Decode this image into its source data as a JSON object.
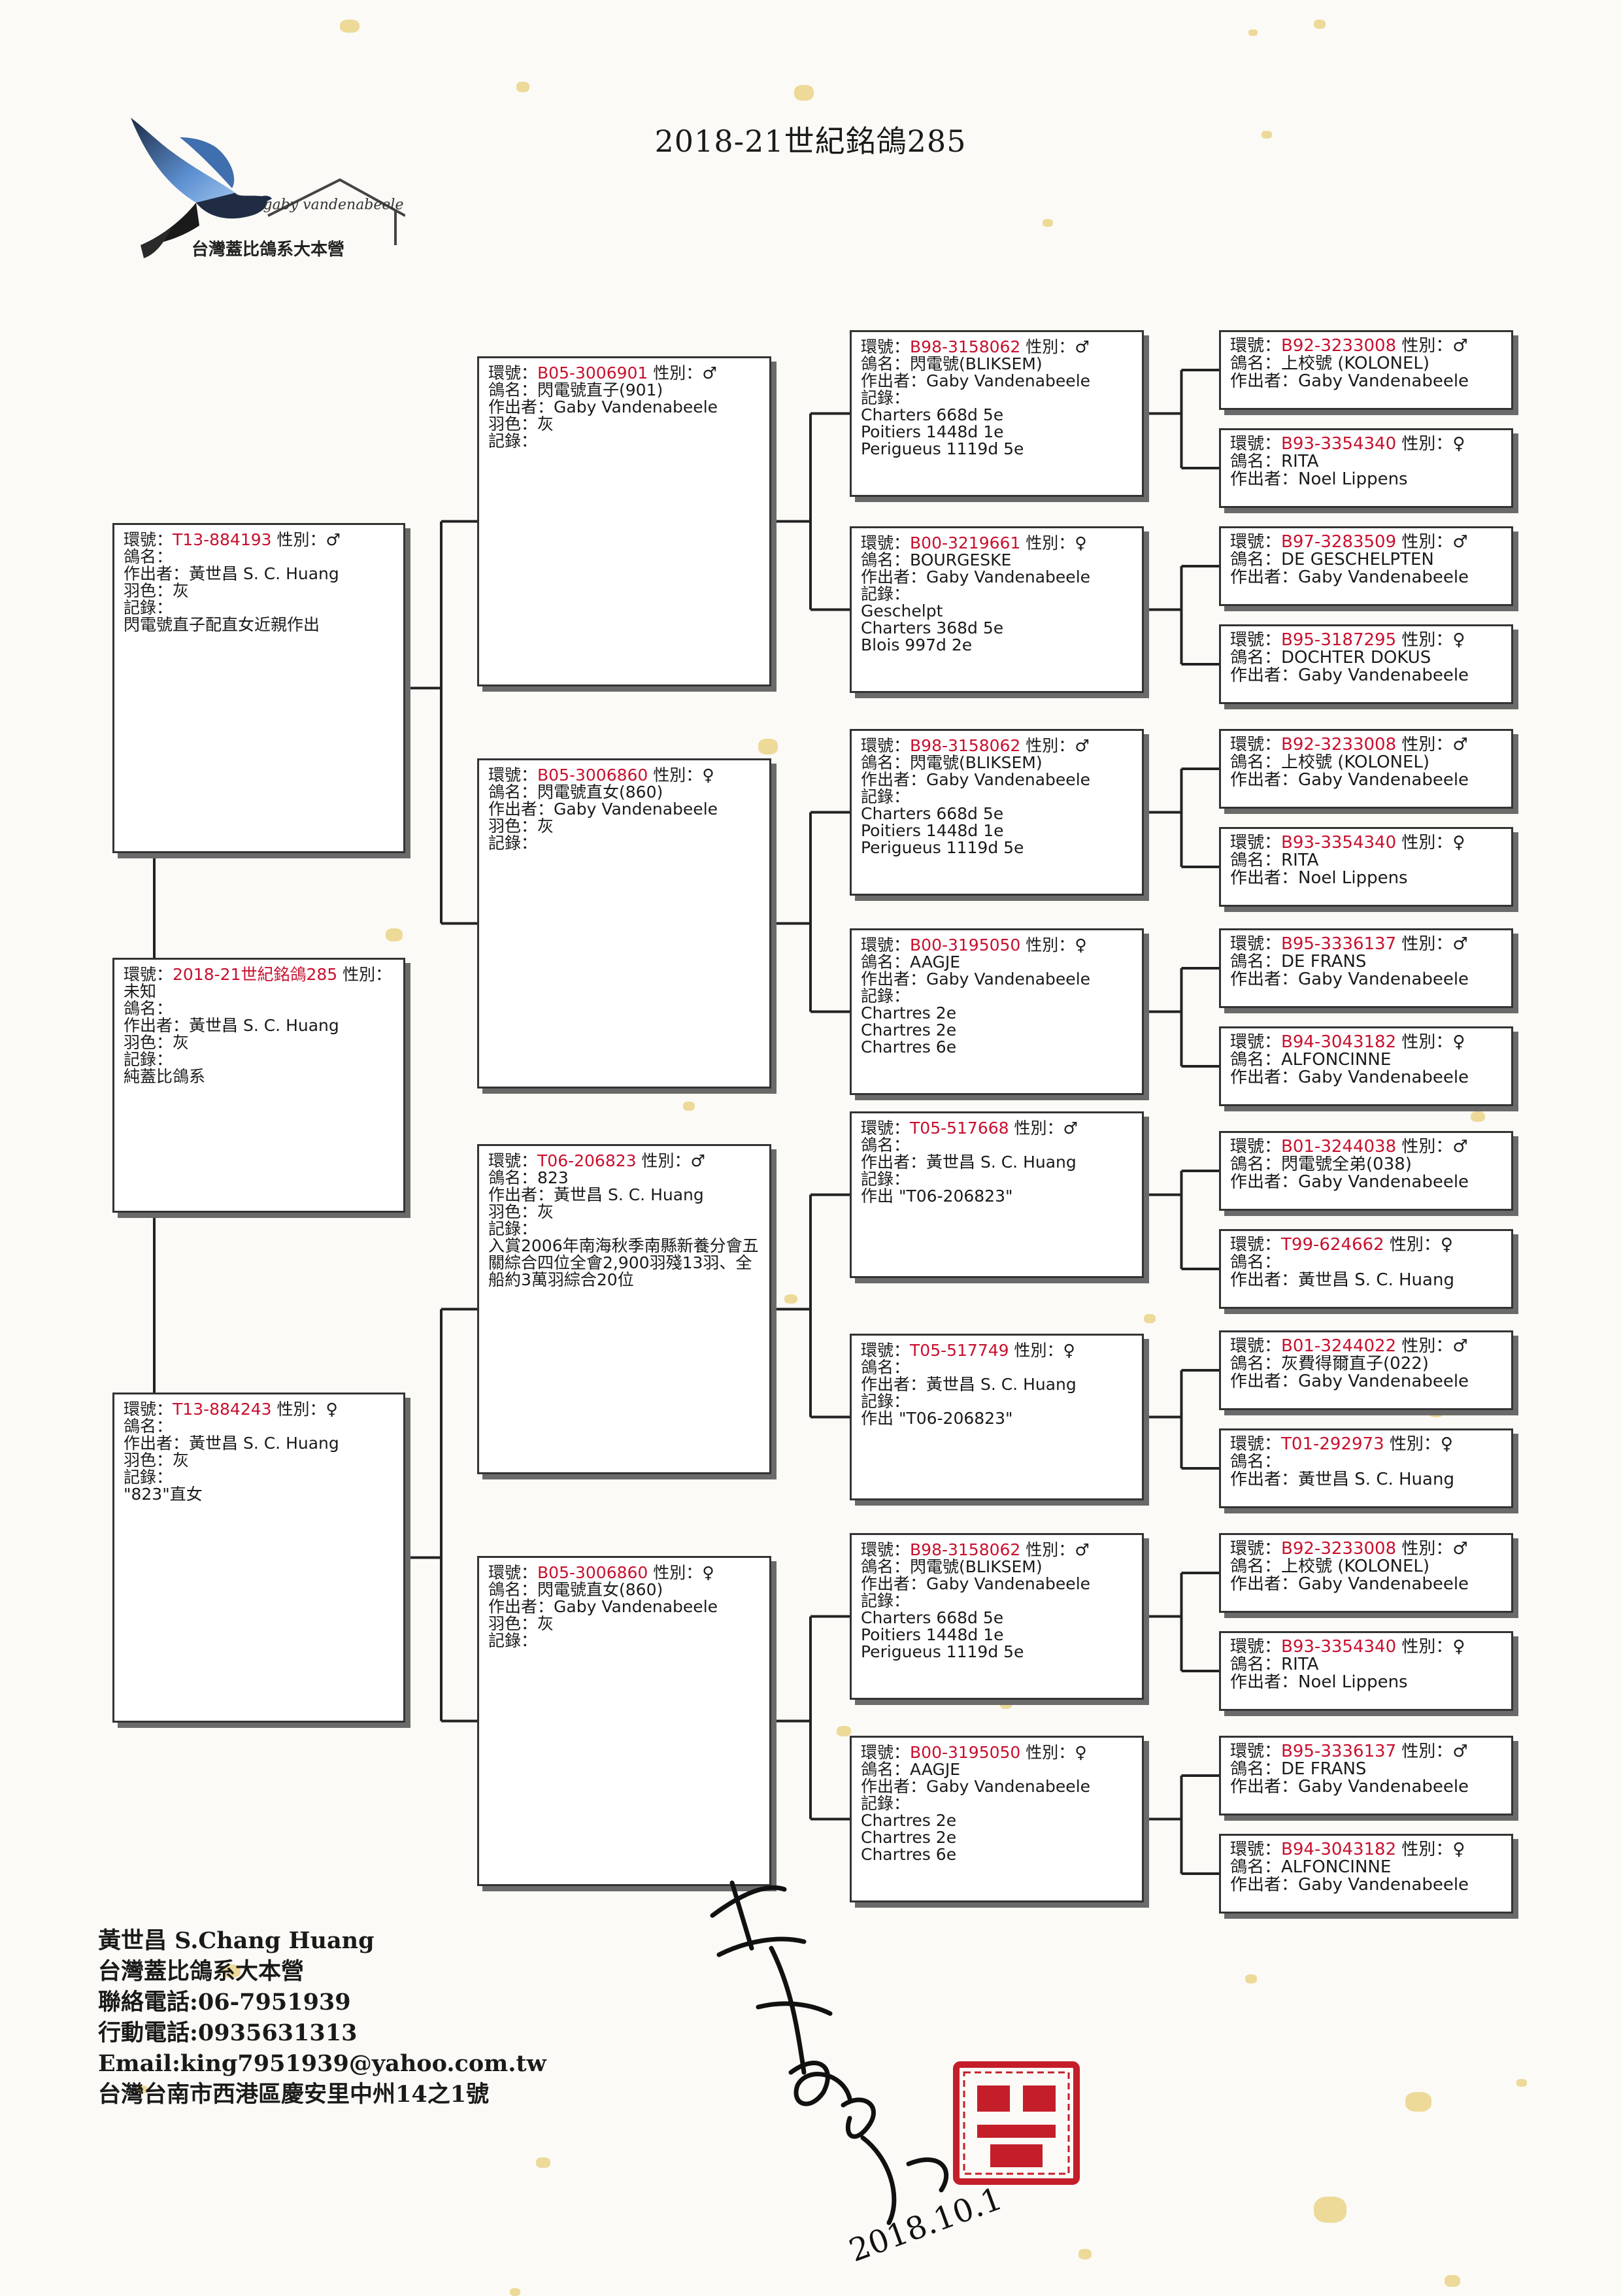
{
  "document": {
    "title": "2018-21世紀銘鴿285",
    "logo": {
      "script_name": "gaby vandenabeele",
      "subtitle": "台灣蓋比鴿系大本營"
    }
  },
  "labels": {
    "ring": "環號：",
    "sex": "性別：",
    "name": "鴿名：",
    "breeder": "作出者：",
    "color": "羽色：",
    "record": "記錄："
  },
  "pigeons": [
    {
      "ring": "2018-21世紀銘鴿285",
      "sex": "未知",
      "name": "",
      "breeder": "黃世昌 S. C. Huang",
      "color": "灰",
      "record": "",
      "notes": [
        "純蓋比鴿系"
      ]
    },
    {
      "ring": "T13-884193",
      "sex": "♂",
      "name": "",
      "breeder": "黃世昌 S. C. Huang",
      "color": "灰",
      "record": "",
      "notes": [
        "閃電號直子配直女近親作出"
      ]
    },
    {
      "ring": "T13-884243",
      "sex": "♀",
      "name": "",
      "breeder": "黃世昌 S. C. Huang",
      "color": "灰",
      "record": "",
      "notes": [
        "\"823\"直女"
      ]
    },
    {
      "ring": "B05-3006901",
      "sex": "♂",
      "name": "閃電號直子(901)",
      "breeder": "Gaby Vandenabeele",
      "color": "灰",
      "record": "",
      "notes": []
    },
    {
      "ring": "B05-3006860",
      "sex": "♀",
      "name": "閃電號直女(860)",
      "breeder": "Gaby Vandenabeele",
      "color": "灰",
      "record": "",
      "notes": []
    },
    {
      "ring": "T06-206823",
      "sex": "♂",
      "name": "823",
      "breeder": "黃世昌 S. C. Huang",
      "color": "灰",
      "record": "",
      "notes": [
        "入賞2006年南海秋季南縣新養分會五關綜合四位全會2,900羽殘13羽、全船約3萬羽綜合20位"
      ]
    },
    {
      "ring": "B05-3006860",
      "sex": "♀",
      "name": "閃電號直女(860)",
      "breeder": "Gaby Vandenabeele",
      "color": "灰",
      "record": "",
      "notes": []
    },
    {
      "ring": "B98-3158062",
      "sex": "♂",
      "name": "閃電號(BLIKSEM)",
      "breeder": "Gaby Vandenabeele",
      "record": "",
      "notes": [
        "Charters 668d 5e",
        "Poitiers 1448d 1e",
        "Perigueus 1119d 5e"
      ]
    },
    {
      "ring": "B00-3219661",
      "sex": "♀",
      "name": "BOURGESKE",
      "breeder": "Gaby Vandenabeele",
      "record": "",
      "notes": [
        "Geschelpt",
        "Charters 368d 5e",
        "Blois 997d 2e"
      ]
    },
    {
      "ring": "B98-3158062",
      "sex": "♂",
      "name": "閃電號(BLIKSEM)",
      "breeder": "Gaby Vandenabeele",
      "record": "",
      "notes": [
        "Charters 668d 5e",
        "Poitiers 1448d 1e",
        "Perigueus 1119d 5e"
      ]
    },
    {
      "ring": "B00-3195050",
      "sex": "♀",
      "name": "AAGJE",
      "breeder": "Gaby Vandenabeele",
      "record": "",
      "notes": [
        "Chartres 2e",
        "Chartres 2e",
        "Chartres 6e"
      ]
    },
    {
      "ring": "T05-517668",
      "sex": "♂",
      "name": "",
      "breeder": "黃世昌 S. C. Huang",
      "record": "",
      "notes": [
        "作出 \"T06-206823\""
      ]
    },
    {
      "ring": "T05-517749",
      "sex": "♀",
      "name": "",
      "breeder": "黃世昌 S. C. Huang",
      "record": "",
      "notes": [
        "作出 \"T06-206823\""
      ]
    },
    {
      "ring": "B98-3158062",
      "sex": "♂",
      "name": "閃電號(BLIKSEM)",
      "breeder": "Gaby Vandenabeele",
      "record": "",
      "notes": [
        "Charters 668d 5e",
        "Poitiers 1448d 1e",
        "Perigueus 1119d 5e"
      ]
    },
    {
      "ring": "B00-3195050",
      "sex": "♀",
      "name": "AAGJE",
      "breeder": "Gaby Vandenabeele",
      "record": "",
      "notes": [
        "Chartres 2e",
        "Chartres 2e",
        "Chartres 6e"
      ]
    },
    {
      "ring": "B92-3233008",
      "sex": "♂",
      "name": "上校號 (KOLONEL)",
      "breeder": "Gaby Vandenabeele"
    },
    {
      "ring": "B93-3354340",
      "sex": "♀",
      "name": "RITA",
      "breeder": "Noel Lippens"
    },
    {
      "ring": "B97-3283509",
      "sex": "♂",
      "name": "DE GESCHELPTEN",
      "breeder": "Gaby Vandenabeele"
    },
    {
      "ring": "B95-3187295",
      "sex": "♀",
      "name": "DOCHTER DOKUS",
      "breeder": "Gaby Vandenabeele"
    },
    {
      "ring": "B92-3233008",
      "sex": "♂",
      "name": "上校號 (KOLONEL)",
      "breeder": "Gaby Vandenabeele"
    },
    {
      "ring": "B93-3354340",
      "sex": "♀",
      "name": "RITA",
      "breeder": "Noel Lippens"
    },
    {
      "ring": "B95-3336137",
      "sex": "♂",
      "name": "DE FRANS",
      "breeder": "Gaby Vandenabeele"
    },
    {
      "ring": "B94-3043182",
      "sex": "♀",
      "name": "ALFONCINNE",
      "breeder": "Gaby Vandenabeele"
    },
    {
      "ring": "B01-3244038",
      "sex": "♂",
      "name": "閃電號全弟(038)",
      "breeder": "Gaby Vandenabeele"
    },
    {
      "ring": "T99-624662",
      "sex": "♀",
      "name": "",
      "breeder": "黃世昌 S. C. Huang"
    },
    {
      "ring": "B01-3244022",
      "sex": "♂",
      "name": "灰費得爾直子(022)",
      "breeder": "Gaby Vandenabeele"
    },
    {
      "ring": "T01-292973",
      "sex": "♀",
      "name": "",
      "breeder": "黃世昌 S. C. Huang"
    },
    {
      "ring": "B92-3233008",
      "sex": "♂",
      "name": "上校號 (KOLONEL)",
      "breeder": "Gaby Vandenabeele"
    },
    {
      "ring": "B93-3354340",
      "sex": "♀",
      "name": "RITA",
      "breeder": "Noel Lippens"
    },
    {
      "ring": "B95-3336137",
      "sex": "♂",
      "name": "DE FRANS",
      "breeder": "Gaby Vandenabeele"
    },
    {
      "ring": "B94-3043182",
      "sex": "♀",
      "name": "ALFONCINNE",
      "breeder": "Gaby Vandenabeele"
    }
  ],
  "contact": {
    "name": "黃世昌 S.Chang Huang",
    "org": "台灣蓋比鴿系大本營",
    "phone": "聯絡電話:06-7951939",
    "mobile": "行動電話:0935631313",
    "email": "Email:king7951939@yahoo.com.tw",
    "address": "台灣台南市西港區慶安里中州14之1號"
  },
  "signature": {
    "date": "2018.10.1",
    "seal": "黃世昌"
  },
  "colors": {
    "ring": "#c8102e",
    "seal": "#c41e2a",
    "fleck": "#e8cf7a"
  }
}
